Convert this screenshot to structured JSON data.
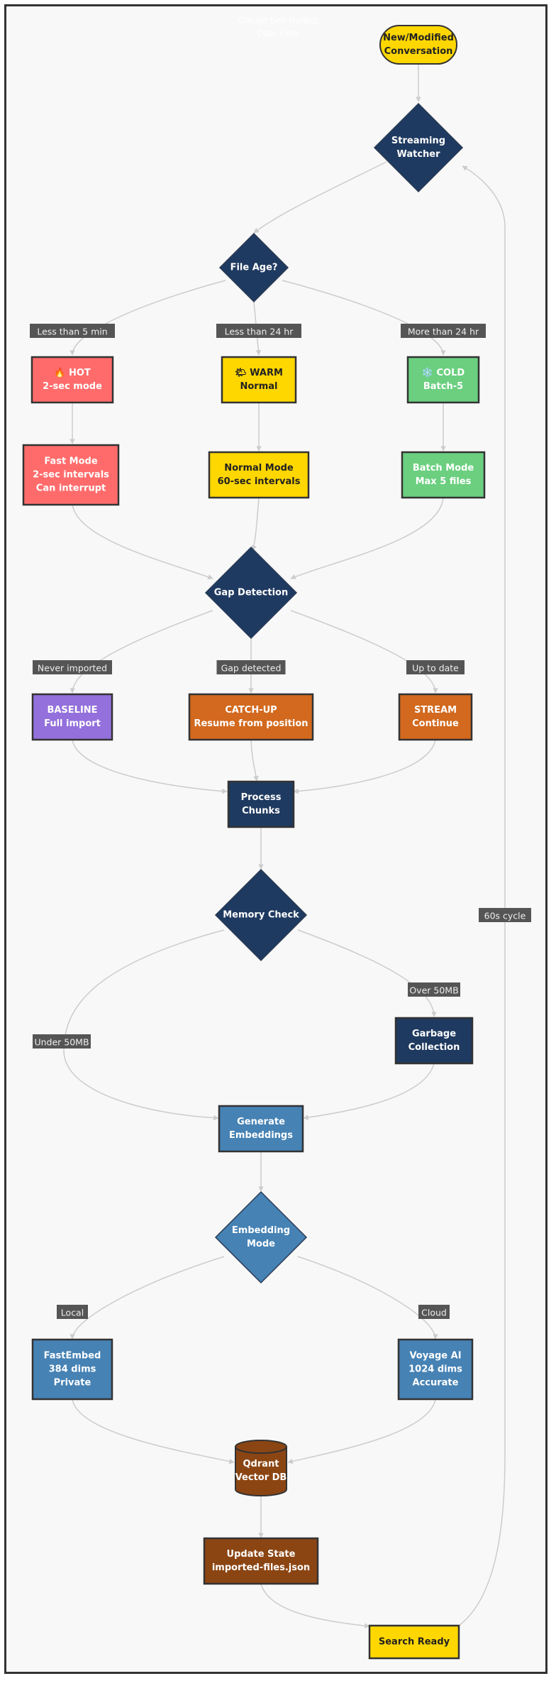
{
  "diagram": {
    "title": [
      "Claude Self-Reflect",
      "Data Flow"
    ],
    "colors": {
      "background": "#f8f8f8",
      "border": "#333333",
      "edge": "#cccccc",
      "label_bg": "#555555",
      "dark_navy": "#1f3a60",
      "steel_blue": "#4682b4",
      "hot": "#ff6b6b",
      "warm": "#ffd700",
      "cold": "#6bcf7f",
      "baseline": "#9370db",
      "orange": "#d2691e",
      "brown": "#8b4513"
    },
    "nodes": {
      "new_conv": {
        "lines": [
          "New/Modified",
          "Conversation"
        ],
        "shape": "stadium",
        "fill": "#ffd700",
        "text_color": "#222222"
      },
      "streaming": {
        "lines": [
          "Streaming",
          "Watcher"
        ],
        "shape": "diamond",
        "fill": "#1f3a60",
        "text_color": "#ffffff"
      },
      "file_age": {
        "lines": [
          "File Age?"
        ],
        "shape": "diamond",
        "fill": "#1f3a60",
        "text_color": "#ffffff"
      },
      "hot": {
        "lines": [
          "🔥 HOT",
          "2-sec mode"
        ],
        "shape": "rect",
        "fill": "#ff6b6b",
        "text_color": "#ffffff"
      },
      "warm": {
        "lines": [
          "🌤 WARM",
          "Normal"
        ],
        "shape": "rect",
        "fill": "#ffd700",
        "text_color": "#222222"
      },
      "cold": {
        "lines": [
          "❄️ COLD",
          "Batch-5"
        ],
        "shape": "rect",
        "fill": "#6bcf7f",
        "text_color": "#ffffff"
      },
      "fast_mode": {
        "lines": [
          "Fast Mode",
          "2-sec intervals",
          "Can interrupt"
        ],
        "shape": "rect",
        "fill": "#ff6b6b",
        "text_color": "#ffffff"
      },
      "normal_mode": {
        "lines": [
          "Normal Mode",
          "60-sec intervals"
        ],
        "shape": "rect",
        "fill": "#ffd700",
        "text_color": "#222222"
      },
      "batch_mode": {
        "lines": [
          "Batch Mode",
          "Max 5 files"
        ],
        "shape": "rect",
        "fill": "#6bcf7f",
        "text_color": "#ffffff"
      },
      "gap": {
        "lines": [
          "Gap Detection"
        ],
        "shape": "diamond",
        "fill": "#1f3a60",
        "text_color": "#ffffff"
      },
      "baseline": {
        "lines": [
          "BASELINE",
          "Full import"
        ],
        "shape": "rect",
        "fill": "#9370db",
        "text_color": "#ffffff"
      },
      "catchup": {
        "lines": [
          "CATCH-UP",
          "Resume from position"
        ],
        "shape": "rect",
        "fill": "#d2691e",
        "text_color": "#ffffff"
      },
      "stream": {
        "lines": [
          "STREAM",
          "Continue"
        ],
        "shape": "rect",
        "fill": "#d2691e",
        "text_color": "#ffffff"
      },
      "process": {
        "lines": [
          "Process",
          "Chunks"
        ],
        "shape": "rect",
        "fill": "#1f3a60",
        "text_color": "#ffffff"
      },
      "memory": {
        "lines": [
          "Memory Check"
        ],
        "shape": "diamond",
        "fill": "#1f3a60",
        "text_color": "#ffffff"
      },
      "gc": {
        "lines": [
          "Garbage",
          "Collection"
        ],
        "shape": "rect",
        "fill": "#1f3a60",
        "text_color": "#ffffff"
      },
      "gen_emb": {
        "lines": [
          "Generate",
          "Embeddings"
        ],
        "shape": "rect",
        "fill": "#4682b4",
        "text_color": "#ffffff"
      },
      "emb_mode": {
        "lines": [
          "Embedding",
          "Mode"
        ],
        "shape": "diamond",
        "fill": "#4682b4",
        "text_color": "#ffffff"
      },
      "fastembed": {
        "lines": [
          "FastEmbed",
          "384 dims",
          "Private"
        ],
        "shape": "rect",
        "fill": "#4682b4",
        "text_color": "#ffffff"
      },
      "voyage": {
        "lines": [
          "Voyage AI",
          "1024 dims",
          "Accurate"
        ],
        "shape": "rect",
        "fill": "#4682b4",
        "text_color": "#ffffff"
      },
      "qdrant": {
        "lines": [
          "Qdrant",
          "Vector DB"
        ],
        "shape": "cylinder",
        "fill": "#8b4513",
        "text_color": "#ffffff"
      },
      "update": {
        "lines": [
          "Update State",
          "imported-files.json"
        ],
        "shape": "rect",
        "fill": "#8b4513",
        "text_color": "#ffffff"
      },
      "search": {
        "lines": [
          "Search Ready"
        ],
        "shape": "rect",
        "fill": "#ffd700",
        "text_color": "#222222"
      }
    },
    "edge_labels": {
      "less5": "Less than 5 min",
      "less24": "Less than 24 hr",
      "more24": "More than 24 hr",
      "never": "Never imported",
      "gapdet": "Gap detected",
      "uptodate": "Up to date",
      "under50": "Under 50MB",
      "over50": "Over 50MB",
      "local": "Local",
      "cloud": "Cloud",
      "cycle": "60s cycle"
    }
  }
}
